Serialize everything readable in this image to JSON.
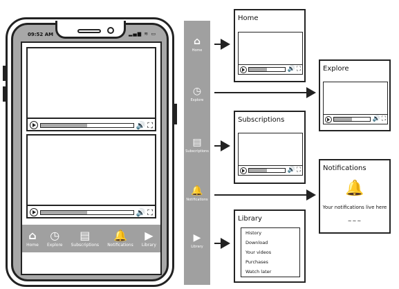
{
  "phone": {
    "time": "09:52 AM",
    "status_icons": "▂▄▆ ≋ ▭",
    "tabs": [
      {
        "label": "Home",
        "icon": "home-icon",
        "glyph": "⌂"
      },
      {
        "label": "Explore",
        "icon": "compass-icon",
        "glyph": "◷"
      },
      {
        "label": "Subscriptions",
        "icon": "subscriptions-icon",
        "glyph": "▤"
      },
      {
        "label": "Notifications",
        "icon": "bell-icon",
        "glyph": "🔔"
      },
      {
        "label": "Library",
        "icon": "library-icon",
        "glyph": "▶"
      }
    ],
    "videos": [
      {
        "progress": 0.5
      },
      {
        "progress": 0.5
      }
    ]
  },
  "player": {
    "volume_glyph": "🔊",
    "fullscreen_glyph": "⛶"
  },
  "nav": {
    "items": [
      {
        "label": "Home",
        "glyph": "⌂"
      },
      {
        "label": "Explore",
        "glyph": "◷"
      },
      {
        "label": "Subscriptions",
        "glyph": "▤"
      },
      {
        "label": "Notifications",
        "glyph": "🔔"
      },
      {
        "label": "Library",
        "glyph": "▶"
      }
    ]
  },
  "screens": {
    "home": {
      "title": "Home",
      "progress": 0.5
    },
    "explore": {
      "title": "Explore",
      "progress": 0.5
    },
    "subscriptions": {
      "title": "Subscriptions",
      "progress": 0.5
    },
    "notifications": {
      "title": "Notifications",
      "message": "Your notifications live here",
      "dots": "~~~"
    },
    "library": {
      "title": "Library",
      "items": [
        "History",
        "Download",
        "Your videos",
        "Purchases",
        "Watch later"
      ]
    }
  }
}
